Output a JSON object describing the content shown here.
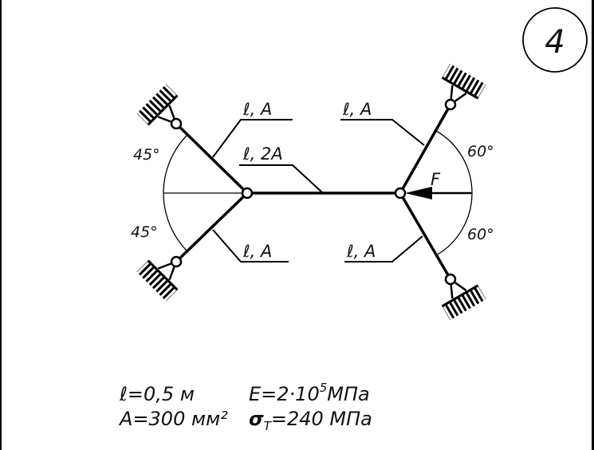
{
  "problem_number": "4",
  "members": {
    "left_upper": "ℓ, A",
    "left_lower": "ℓ, A",
    "middle": "ℓ, 2A",
    "right_upper": "ℓ, A",
    "right_lower": "ℓ, A"
  },
  "angles": {
    "left_upper": "45°",
    "left_lower": "45°",
    "right_upper": "60°",
    "right_lower": "60°"
  },
  "force_label": "F",
  "given": {
    "length": "ℓ=0,5 м",
    "area": "A=300 мм²",
    "modulus_prefix": "E=2·10",
    "modulus_exp": "5",
    "modulus_unit": "МПа",
    "yield_symbol": "σ",
    "yield_sub": "T",
    "yield_value": "=240 МПа"
  }
}
